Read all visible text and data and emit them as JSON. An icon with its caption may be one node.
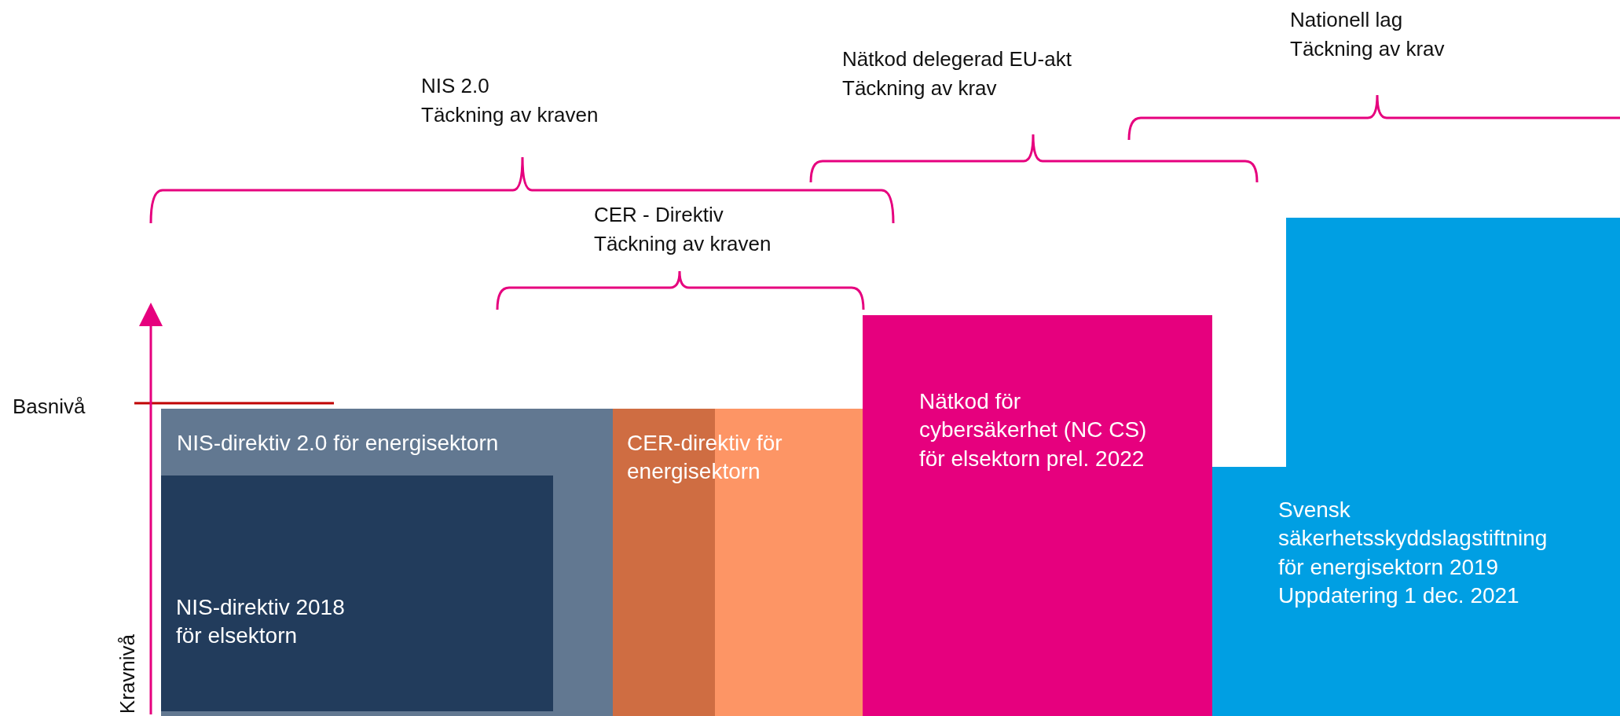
{
  "diagram": {
    "nodes": [
      {
        "text": [
          "NIS-direktiv 2.0 för energisektorn"
        ]
      },
      {
        "text": [
          "NIS-direktiv 2018 för elsektorn"
        ],
        "in": 0
      },
      {
        "text": [
          "CER-direktiv för energisektorn"
        ]
      },
      {
        "text": [
          "Nätkod för cybersäkerhet (NC CS) för elsektorn prel. 2022"
        ]
      },
      {
        "text": [
          "Svensk säkerhetsskyddslagstiftning för energisektorn 2019 Uppdatering 1 dec. 2021"
        ]
      }
    ],
    "labels": [
      "Nationell lag",
      "Täckning av krav",
      "Nätkod delegerad EU-akt",
      "Täckning av krav",
      "NIS 2.0",
      "Täckning av kraven",
      "CER - Direktiv",
      "Täckning av kraven",
      "Basnivå",
      "Kravnivå"
    ]
  }
}
